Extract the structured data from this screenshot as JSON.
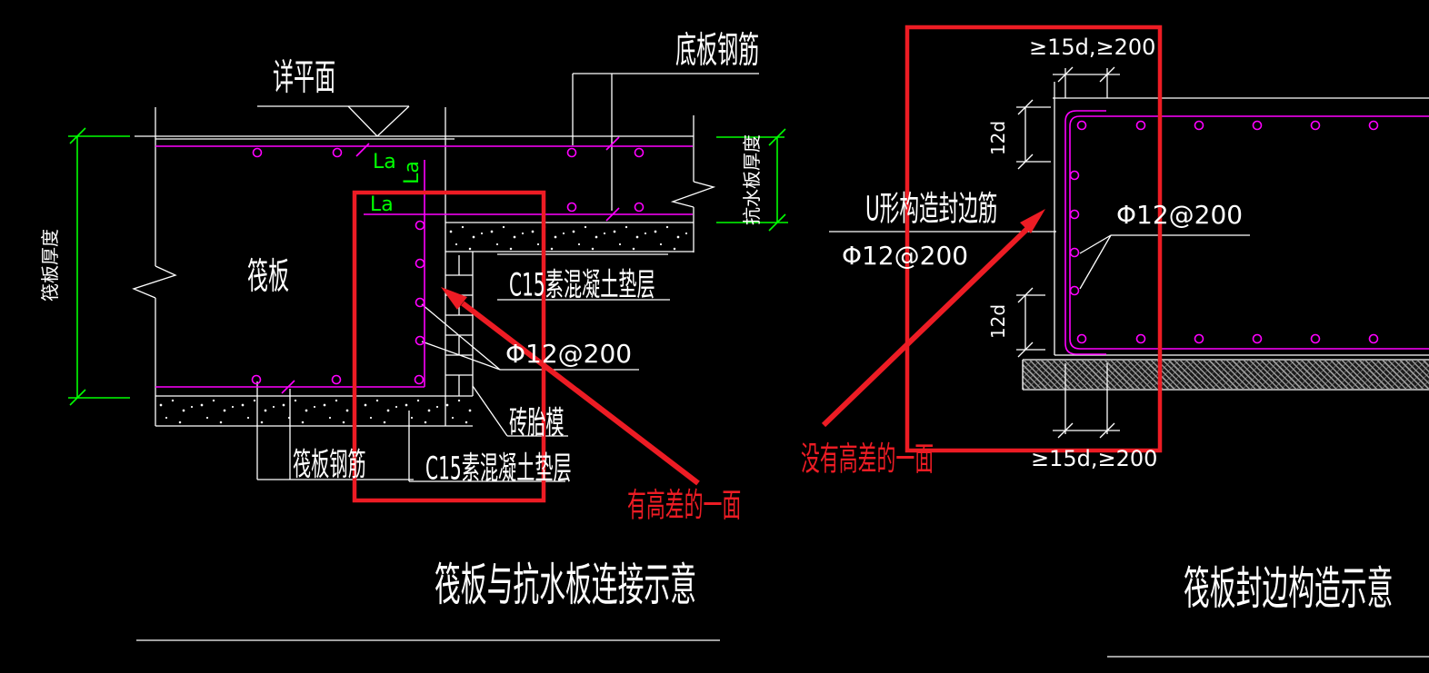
{
  "colors": {
    "background": "#000000",
    "outline": "#FFFFFF",
    "rebar": "#FF00FF",
    "dimension_green": "#00FF00",
    "annotation_red": "#ED1C24"
  },
  "left_diagram": {
    "plan_detail_label": "详平面",
    "raft_thickness_dim": "筏板厚度",
    "water_slab_thickness_dim": "抗水板厚度",
    "raft_label": "筏板",
    "bottom_rebar_label": "底板钢筋",
    "lap_length_top": "La",
    "lap_length_vertical": "La",
    "lap_length_lower": "La",
    "c15_cushion_upper": "C15素混凝土垫层",
    "rebar_spec": "Φ12@200",
    "brick_formwork_label": "砖胎模",
    "raft_rebar_label": "筏板钢筋",
    "c15_cushion_lower": "C15素混凝土垫层",
    "red_note": "有高差的一面",
    "title": "筏板与抗水板连接示意"
  },
  "right_diagram": {
    "dim_top": "≥15d,≥200",
    "dim_bottom": "≥15d,≥200",
    "dim_12d_upper": "12d",
    "dim_12d_lower": "12d",
    "u_bar_label": "U形构造封边筋",
    "u_bar_spec": "Φ12@200",
    "edge_rebar_spec": "Φ12@200",
    "red_note": "没有高差的一面",
    "title": "筏板封边构造示意"
  }
}
